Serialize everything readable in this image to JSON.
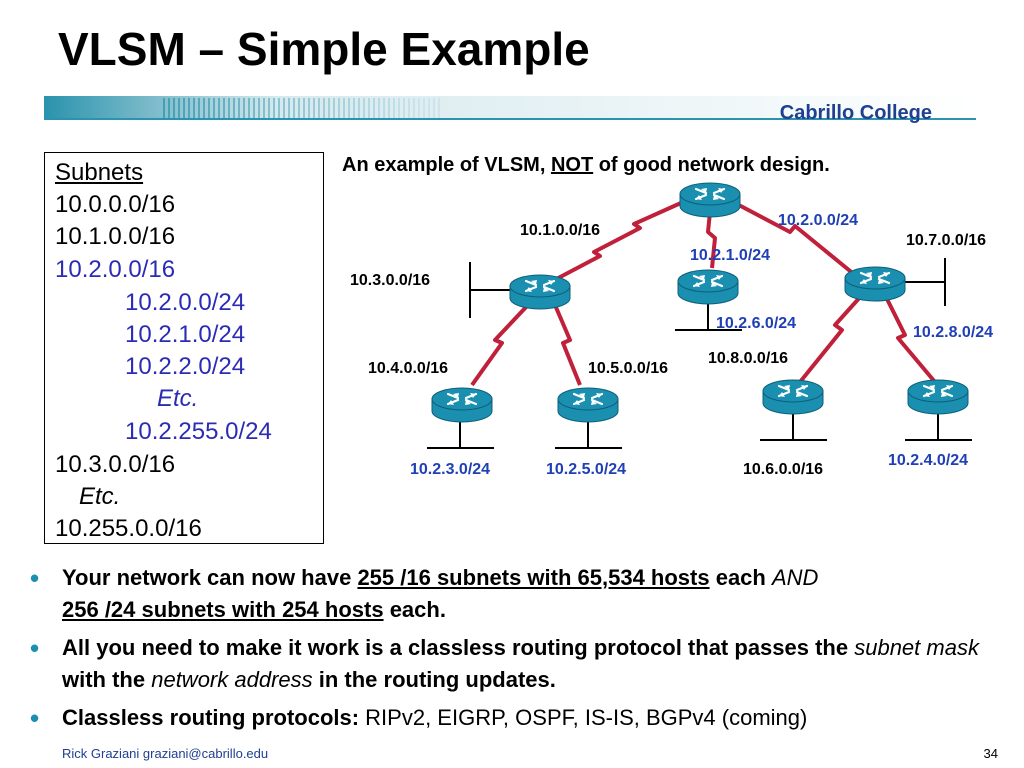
{
  "title": "VLSM – Simple Example",
  "brand": "Cabrillo College",
  "subnet_box": {
    "heading": "Subnets",
    "lines": [
      {
        "text": "10.0.0.0/16"
      },
      {
        "text": "10.1.0.0/16"
      },
      {
        "text": "10.2.0.0/16"
      },
      {
        "text": "10.2.0.0/24"
      },
      {
        "text": "10.2.1.0/24"
      },
      {
        "text": "10.2.2.0/24"
      },
      {
        "text": "Etc."
      },
      {
        "text": "10.2.255.0/24"
      },
      {
        "text": "10.3.0.0/16"
      },
      {
        "text": "Etc."
      },
      {
        "text": "10.255.0.0/16"
      }
    ]
  },
  "diagram": {
    "caption_before": "An example of VLSM, ",
    "caption_not": "NOT",
    "caption_after": " of good network design.",
    "labels": {
      "net_10_1": "10.1.0.0/16",
      "net_10_2_0": "10.2.0.0/24",
      "net_10_7": "10.7.0.0/16",
      "net_10_2_1": "10.2.1.0/24",
      "net_10_3": "10.3.0.0/16",
      "net_10_2_6": "10.2.6.0/24",
      "net_10_2_8": "10.2.8.0/24",
      "net_10_4": "10.4.0.0/16",
      "net_10_5": "10.5.0.0/16",
      "net_10_8": "10.8.0.0/16",
      "net_10_2_3": "10.2.3.0/24",
      "net_10_2_5": "10.2.5.0/24",
      "net_10_6": "10.6.0.0/16",
      "net_10_2_4": "10.2.4.0/24"
    },
    "colors": {
      "router_fill": "#1a8fb0",
      "wan_link": "#c0203a",
      "blue_label": "#1f3fb5"
    }
  },
  "bullets": {
    "b1_a": "Your network can now have ",
    "b1_u1": "255 /16 subnets with 65,534 hosts",
    "b1_b": " each ",
    "b1_and": "AND",
    "b1_u2": "256 /24 subnets with 254 hosts",
    "b1_c": " each.",
    "b2_a": "All you need to make it work is a classless routing protocol that passes the ",
    "b2_i1": "subnet mask",
    "b2_b": " with the ",
    "b2_i2": "network address",
    "b2_c": " in the routing updates.",
    "b3_a": "Classless routing protocols: ",
    "b3_b": "RIPv2, EIGRP, OSPF, IS-IS, BGPv4 (coming)"
  },
  "footer": {
    "author": "Rick Graziani  graziani@cabrillo.edu",
    "page": "34"
  }
}
